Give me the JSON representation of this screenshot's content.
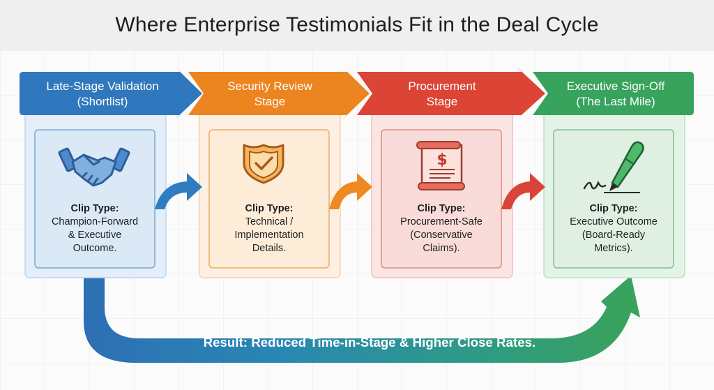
{
  "title": "Where Enterprise Testimonials Fit in the Deal Cycle",
  "stages": [
    {
      "line1": "Late-Stage Validation",
      "line2": "(Shortlist)",
      "icon": "handshake-icon",
      "color": "#2f7cc1",
      "clip_label": "Clip Type:",
      "clip_lines": [
        "Champion-Forward",
        "& Executive",
        "Outcome."
      ]
    },
    {
      "line1": "Security Review",
      "line2": "Stage",
      "icon": "shield-check-icon",
      "color": "#ee8a21",
      "clip_label": "Clip Type:",
      "clip_lines": [
        "Technical /",
        "Implementation",
        "Details."
      ]
    },
    {
      "line1": "Procurement",
      "line2": "Stage",
      "icon": "invoice-scroll-icon",
      "color": "#d9443a",
      "clip_label": "Clip Type:",
      "clip_lines": [
        "Procurement-Safe",
        "(Conservative",
        "Claims)."
      ]
    },
    {
      "line1": "Executive Sign-Off",
      "line2": "(The Last Mile)",
      "icon": "pen-signature-icon",
      "color": "#39a15c",
      "clip_label": "Clip Type:",
      "clip_lines": [
        "Executive Outcome",
        "(Board-Ready",
        "Metrics)."
      ]
    }
  ],
  "result_text": "Result: Reduced Time-in-Stage & Higher Close Rates."
}
